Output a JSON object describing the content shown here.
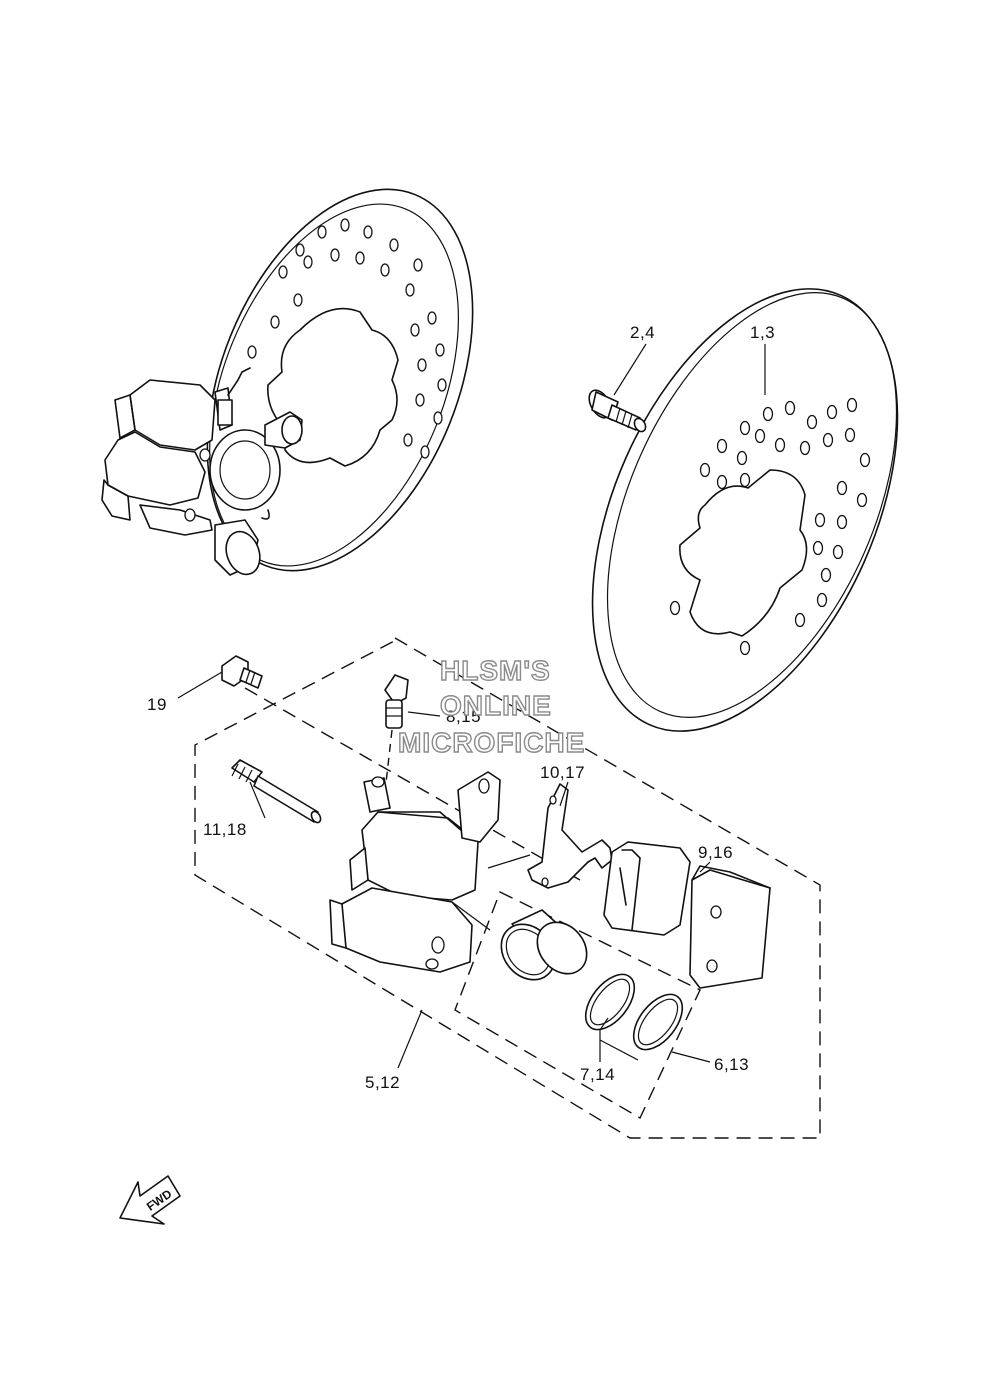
{
  "watermark": {
    "line1": "HLSM'S",
    "line2": "ONLINE",
    "line3": "MICROFICHE"
  },
  "callouts": {
    "c1_3": "1,3",
    "c2_4": "2,4",
    "c19": "19",
    "c8_15": "8,15",
    "c10_17": "10,17",
    "c11_18": "11,18",
    "c9_16": "9,16",
    "c5_12": "5,12",
    "c7_14": "7,14",
    "c6_13": "6,13"
  },
  "fwd_label": "FWD",
  "colors": {
    "line": "#111111",
    "background": "#ffffff",
    "watermark_outline": "#8a8a8a"
  }
}
